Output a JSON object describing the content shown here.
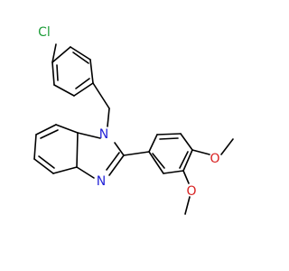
{
  "molecule": {
    "atom_labels": {
      "chlorine": "Cl",
      "n1": "N",
      "n3": "N",
      "o_upper": "O",
      "o_lower": "O"
    },
    "colors": {
      "chlorine": "#1f9e3a",
      "nitrogen": "#2323d8",
      "oxygen": "#d81f1f",
      "bond": "#000000"
    }
  }
}
